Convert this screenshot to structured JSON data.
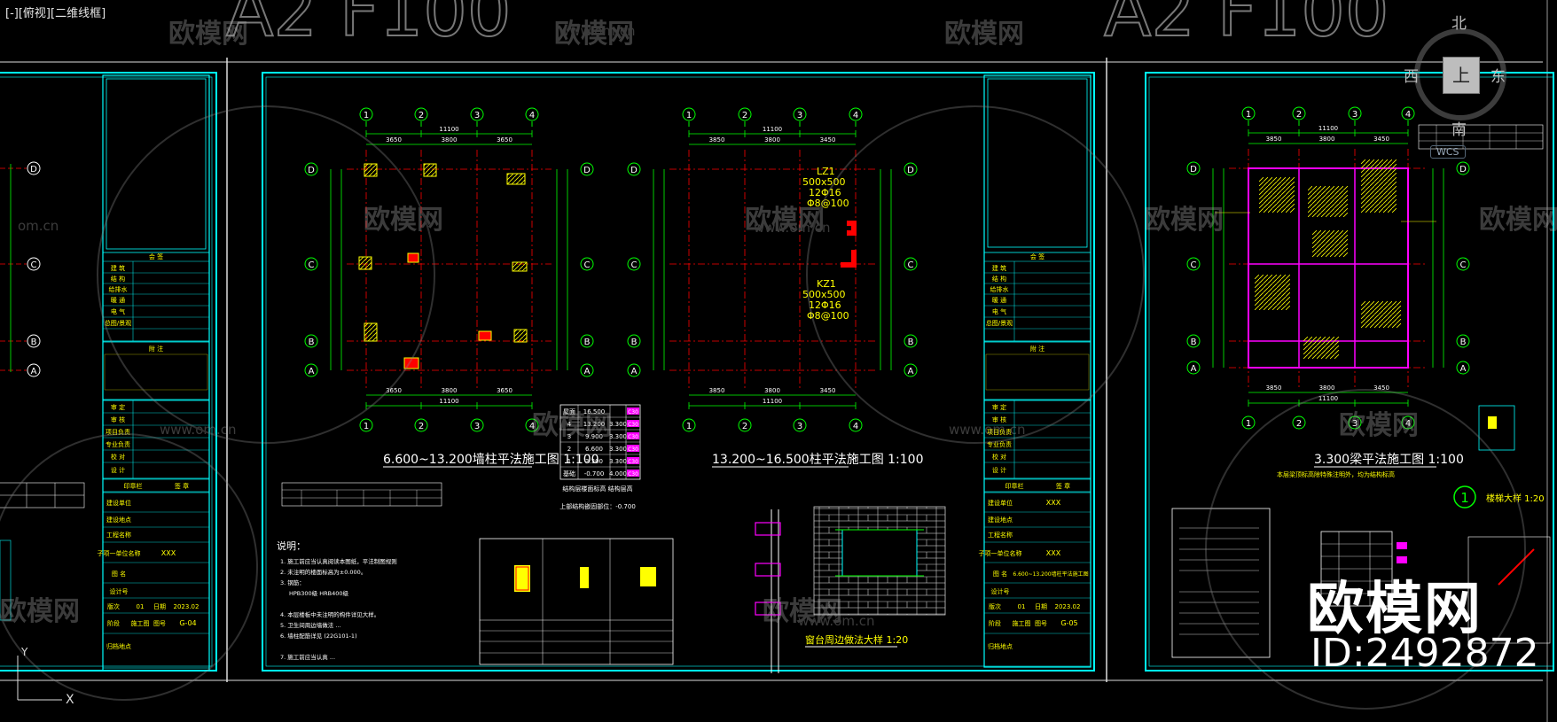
{
  "view": {
    "minimize": "[-]",
    "view_name": "[俯视]",
    "visual_style": "[二维线框]"
  },
  "viewcube": {
    "north": "北",
    "south": "南",
    "east": "东",
    "west": "西",
    "face": "上",
    "wcs": "WCS"
  },
  "watermark": {
    "brand": "欧模网",
    "site": "www.om.cn",
    "partial_site": "om.cn",
    "big_logo": "欧模网",
    "id": "ID:2492872"
  },
  "background_text": "A2 F100",
  "grid": {
    "columns": [
      "1",
      "2",
      "3",
      "4"
    ],
    "rows": [
      "D",
      "C",
      "B",
      "A"
    ],
    "total_span": "11100",
    "spans": [
      "3650",
      "3800",
      "3650"
    ],
    "left_spans": [
      "3850",
      "3800",
      "3450"
    ]
  },
  "sheets": {
    "center": {
      "plan1_title": "6.600~13.200墙柱平法施工图 1:100",
      "plan2_title": "13.200~16.500柱平法施工图 1:100",
      "window_detail_title": "窗台周边做法大样 1:20",
      "notes_title": "说明：",
      "notes": [
        "1. 施工前应当认真阅读本图纸，平法制图规则",
        "2. 未注明的楼面标高为±0.000。",
        "3. 钢筋：",
        "HPB300级 HRB400级",
        "4. 本层楼板中未注明的构件详见大样。",
        "5. 卫生间周边墙做法 ...",
        "6. 墙柱配筋详见 (22G101-1)",
        "7. 施工前应当认真 ..."
      ],
      "level_table": {
        "rows": [
          {
            "level": "屋面",
            "elev": "16.500",
            "h": "",
            "c": "C30"
          },
          {
            "level": "4",
            "elev": "13.200",
            "h": "3.300",
            "c": "C30"
          },
          {
            "level": "3",
            "elev": "9.900",
            "h": "3.300",
            "c": "C30"
          },
          {
            "level": "2",
            "elev": "6.600",
            "h": "3.300",
            "c": "C30"
          },
          {
            "level": "1",
            "elev": "3.300",
            "h": "3.300",
            "c": "C30"
          },
          {
            "level": "基础",
            "elev": "-0.700",
            "h": "4.000",
            "c": "C30"
          }
        ],
        "caption": "结构层楼面标高 结构层高",
        "sub_caption": "上部结构嵌固部位：-0.700"
      },
      "column_labels": {
        "lz1": "LZ1",
        "lz1_size": "500x500",
        "kz1": "KZ1",
        "kz1_size": "500x500",
        "bars": "12Φ16",
        "stirrup": "Φ8@100"
      }
    },
    "right": {
      "plan_title": "3.300梁平法施工图 1:100",
      "plan_subtitle": "本层梁顶标高除特殊注明外，均为结构标高",
      "detail_num": "1",
      "detail_title": "楼梯大样 1:20"
    },
    "title_block": {
      "rows_top": [
        "会 签",
        "建 筑",
        "结 构",
        "给排水",
        "暖 通",
        "电 气",
        "总图/景观"
      ],
      "notes_head": "附 注",
      "rows_mid": [
        "审 定",
        "审 核",
        "项目负责",
        "专业负责",
        "校 对",
        "设 计"
      ],
      "stamp": "印章栏",
      "stamp2": "签 章",
      "client_label": "建设单位",
      "client": "XXX",
      "location_label": "建设地点",
      "project_label": "工程名称",
      "sub_project_label": "子项一单位名称",
      "sub_project": "XXX",
      "drawing_label": "图 名",
      "drawing_center": "6.600~13.200墙柱平法施工图",
      "design_no_label": "设计号",
      "version_label": "版次",
      "version": "01",
      "date_label": "日期",
      "date": "2023.02",
      "phase_label": "阶段",
      "phase": "施工图",
      "sheet_no_label": "图号",
      "sheet_left": "G-04",
      "sheet_center": "G-05",
      "archive_label": "归档地点"
    }
  },
  "ucs": {
    "y": "Y",
    "x": "X"
  },
  "colors": {
    "cyan": "#00ffff",
    "grid_red": "#ff0000",
    "green": "#00ff00",
    "yellow": "#ffff00",
    "magenta": "#ff00ff",
    "white": "#ffffff",
    "background": "#000000"
  }
}
